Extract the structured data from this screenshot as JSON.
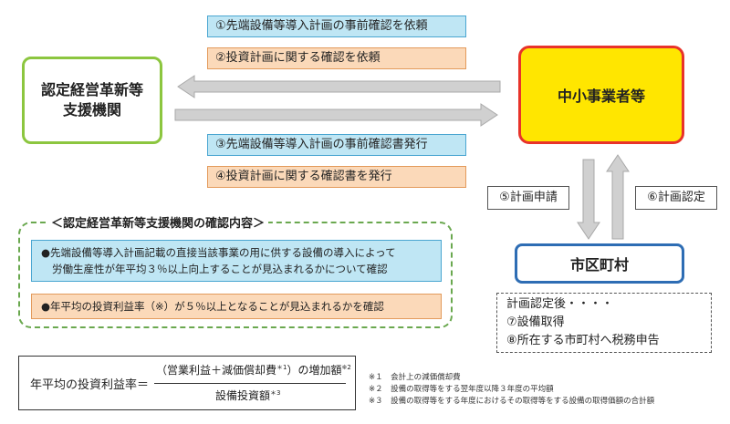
{
  "nodes": {
    "support_org_line1": "認定経営革新等",
    "support_org_line2": "支援機関",
    "sme": "中小事業者等",
    "municipality": "市区町村"
  },
  "steps": {
    "s1": "①先端設備等導入計画の事前確認を依頼",
    "s2": "②投資計画に関する確認を依頼",
    "s3": "③先端設備等導入計画の事前確認書発行",
    "s4": "④投資計画に関する確認書を発行",
    "s5": "⑤計画申請",
    "s6": "⑥計画認定"
  },
  "confirmation_panel": {
    "title": "＜認定経営革新等支援機関の確認内容＞",
    "item1_line1": "●先端設備等導入計画記載の直接当該事業の用に供する設備の導入によって",
    "item1_line2": "労働生産性が年平均３％以上向上することが見込まれるかについて確認",
    "item2": "●年平均の投資利益率（※）が５％以上となることが見込まれるかを確認"
  },
  "after_approval": {
    "line1": "計画認定後・・・・",
    "line2": "⑦設備取得",
    "line3": "⑧所在する市町村へ税務申告"
  },
  "formula": {
    "lhs": "年平均の投資利益率＝",
    "numerator": "（営業利益＋減価償却費",
    "sup1": "＊1",
    "numerator_end": "）の増加額",
    "sup2": "※2",
    "denominator": "設備投資額",
    "sup3": "＊3"
  },
  "footnotes": [
    "※１　会計上の減価償却費",
    "※２　設備の取得等をする翌年度以降３年度の平均額",
    "※３　設備の取得等をする年度におけるその取得等をする設備の取得価額の合計額"
  ],
  "colors": {
    "support_org_border": "#8cc63f",
    "sme_fill": "#ffe600",
    "sme_border": "#e8332a",
    "municipality_border": "#2e6db4",
    "step_blue_fill": "#bfe6f4",
    "step_orange_fill": "#fbd9b9",
    "panel_dashed": "#6aa84f",
    "arrow_gray": "#c8c8c8"
  }
}
